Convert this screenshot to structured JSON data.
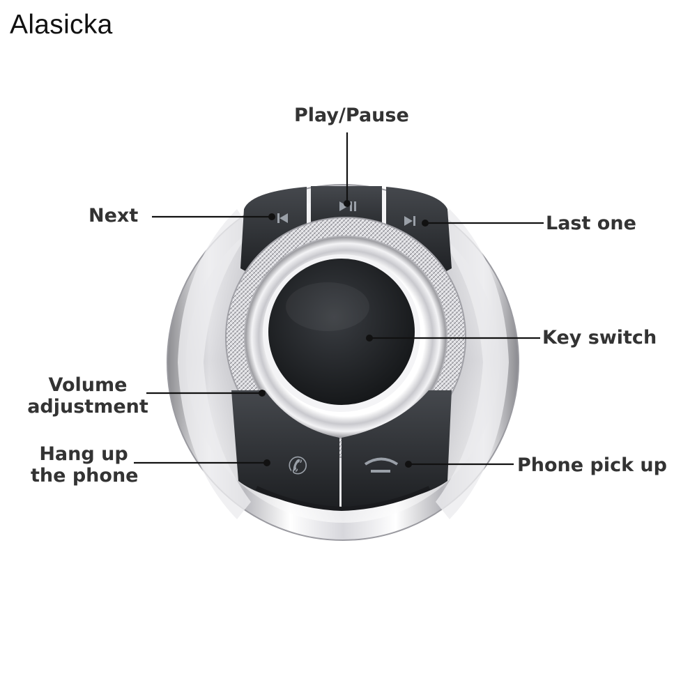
{
  "brand": "Alasicka",
  "labels": {
    "play_pause": "Play/Pause",
    "next": "Next",
    "last_one": "Last one",
    "key_switch": "Key switch",
    "volume_line1": "Volume",
    "volume_line2": "adjustment",
    "hang_line1": "Hang up",
    "hang_line2": "the phone",
    "phone_pick_up": "Phone pick up"
  }
}
